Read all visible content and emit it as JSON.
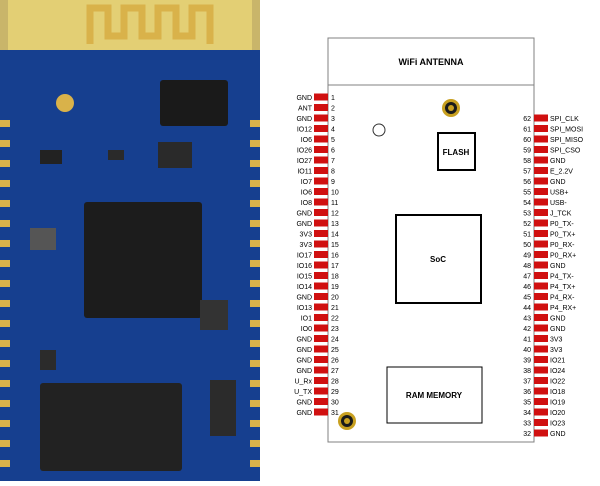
{
  "photo": {
    "board_color": "#163f8f",
    "gold": "#d9b24a",
    "antenna_tint": "#e3cf74"
  },
  "diagram": {
    "module_label": "WiFi ANTENNA",
    "flash_label": "FLASH",
    "soc_label": "SoC",
    "ram_label": "RAM MEMORY",
    "pad_color": "#d01010"
  },
  "left_pins": [
    {
      "num": "1",
      "name": "GND"
    },
    {
      "num": "2",
      "name": "ANT"
    },
    {
      "num": "3",
      "name": "GND"
    },
    {
      "num": "4",
      "name": "IO12"
    },
    {
      "num": "5",
      "name": "IO6"
    },
    {
      "num": "6",
      "name": "IO26"
    },
    {
      "num": "7",
      "name": "IO27"
    },
    {
      "num": "8",
      "name": "IO11"
    },
    {
      "num": "9",
      "name": "IO7"
    },
    {
      "num": "10",
      "name": "IO6"
    },
    {
      "num": "11",
      "name": "IO8"
    },
    {
      "num": "12",
      "name": "GND"
    },
    {
      "num": "13",
      "name": "GND"
    },
    {
      "num": "14",
      "name": "3V3"
    },
    {
      "num": "15",
      "name": "3V3"
    },
    {
      "num": "16",
      "name": "IO17"
    },
    {
      "num": "17",
      "name": "IO16"
    },
    {
      "num": "18",
      "name": "IO15"
    },
    {
      "num": "19",
      "name": "IO14"
    },
    {
      "num": "20",
      "name": "GND"
    },
    {
      "num": "21",
      "name": "IO13"
    },
    {
      "num": "22",
      "name": "IO1"
    },
    {
      "num": "23",
      "name": "IO0"
    },
    {
      "num": "24",
      "name": "GND"
    },
    {
      "num": "25",
      "name": "GND"
    },
    {
      "num": "26",
      "name": "GND"
    },
    {
      "num": "27",
      "name": "GND"
    },
    {
      "num": "28",
      "name": "U_Rx"
    },
    {
      "num": "29",
      "name": "U_TX"
    },
    {
      "num": "30",
      "name": "GND"
    },
    {
      "num": "31",
      "name": "GND"
    }
  ],
  "right_pins": [
    {
      "num": "62",
      "name": "SPI_CLK"
    },
    {
      "num": "61",
      "name": "SPI_MOSI"
    },
    {
      "num": "60",
      "name": "SPI_MISO"
    },
    {
      "num": "59",
      "name": "SPI_CSO"
    },
    {
      "num": "58",
      "name": "GND"
    },
    {
      "num": "57",
      "name": "E_2.2V"
    },
    {
      "num": "56",
      "name": "GND"
    },
    {
      "num": "55",
      "name": "USB+"
    },
    {
      "num": "54",
      "name": "USB-"
    },
    {
      "num": "53",
      "name": "J_TCK"
    },
    {
      "num": "52",
      "name": "P0_TX-"
    },
    {
      "num": "51",
      "name": "P0_TX+"
    },
    {
      "num": "50",
      "name": "P0_RX-"
    },
    {
      "num": "49",
      "name": "P0_RX+"
    },
    {
      "num": "48",
      "name": "GND"
    },
    {
      "num": "47",
      "name": "P4_TX-"
    },
    {
      "num": "46",
      "name": "P4_TX+"
    },
    {
      "num": "45",
      "name": "P4_RX-"
    },
    {
      "num": "44",
      "name": "P4_RX+"
    },
    {
      "num": "43",
      "name": "GND"
    },
    {
      "num": "42",
      "name": "GND"
    },
    {
      "num": "41",
      "name": "3V3"
    },
    {
      "num": "40",
      "name": "3V3"
    },
    {
      "num": "39",
      "name": "IO21"
    },
    {
      "num": "38",
      "name": "IO24"
    },
    {
      "num": "37",
      "name": "IO22"
    },
    {
      "num": "36",
      "name": "IO18"
    },
    {
      "num": "35",
      "name": "IO19"
    },
    {
      "num": "34",
      "name": "IO20"
    },
    {
      "num": "33",
      "name": "IO23"
    },
    {
      "num": "32",
      "name": "GND"
    }
  ]
}
